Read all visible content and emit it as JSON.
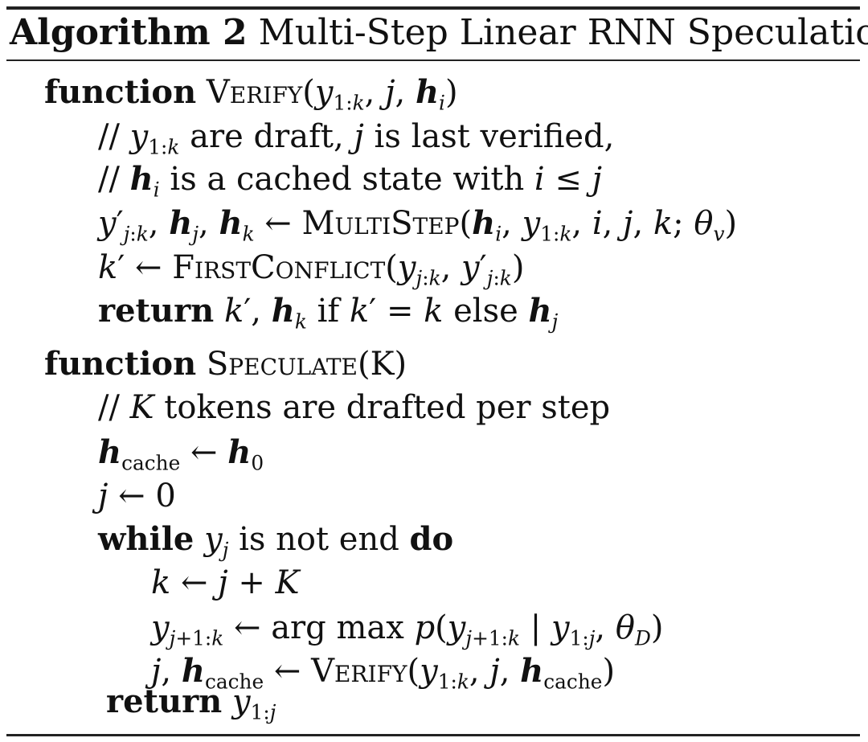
{
  "header": {
    "label": "Algorithm 2",
    "title": "Multi-Step Linear RNN Speculation"
  },
  "lines": {
    "l1": {
      "kw": "function",
      "name": "Verify",
      "args": "(y1:k, j, hi)"
    },
    "l2": "// y1:k are draft, j is last verified,",
    "l3": "// hi is a cached state with i ≤ j",
    "l4": "y'j:k, hj, hk ← MultiStep(hi, y1:k, i, j, k; θv)",
    "l5": "k' ← FirstConflict(yj:k, y'j:k)",
    "l6": {
      "kw": "return",
      "rest": "k', hk if k' = k else hj"
    },
    "l7": {
      "kw": "function",
      "name": "Speculate",
      "args": "(K)"
    },
    "l8": "// K tokens are drafted per step",
    "l9": "hcache ← h0",
    "l10": "j ← 0",
    "l11": {
      "kw1": "while",
      "mid": "yj is not end",
      "kw2": "do"
    },
    "l12": "k ← j + K",
    "l13": "yj+1:k ← arg max p(yj+1:k | y1:j, θD)",
    "l14": "j, hcache ← Verify(y1:k, j, hcache)",
    "l15": {
      "kw": "return",
      "rest": "y1:j"
    }
  }
}
